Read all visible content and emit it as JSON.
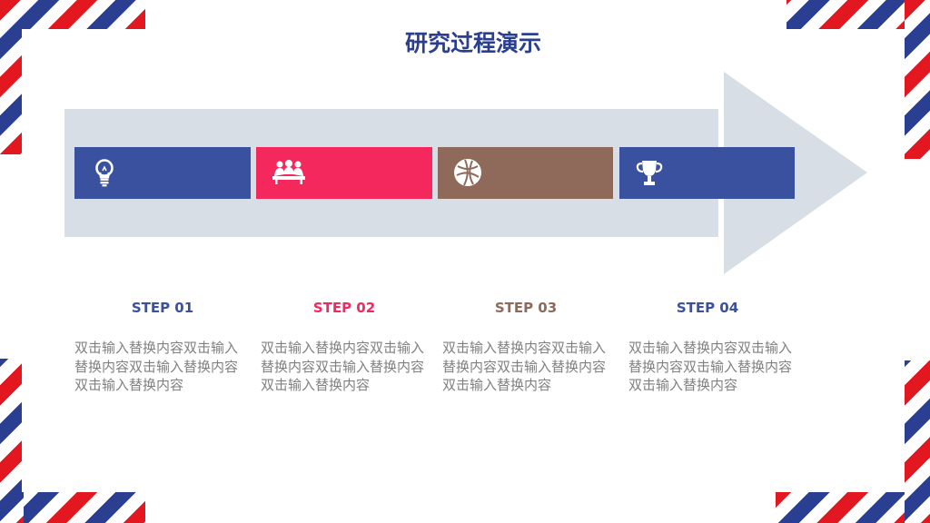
{
  "title": "研究过程演示",
  "colors": {
    "blue": "#3a51a0",
    "pink": "#f5285e",
    "brown": "#8f6a5a",
    "arrow": "#d7dee5",
    "stripe_red": "#e3171f",
    "stripe_blue": "#2a3f91"
  },
  "steps": [
    {
      "label": "STEP 01",
      "color": "#3a51a0",
      "icon": "lightbulb-icon",
      "text": "双击输入替换内容双击输入替换内容双击输入替换内容双击输入替换内容"
    },
    {
      "label": "STEP 02",
      "color": "#f5285e",
      "icon": "meeting-icon",
      "text": "双击输入替换内容双击输入替换内容双击输入替换内容双击输入替换内容"
    },
    {
      "label": "STEP 03",
      "color": "#8f6a5a",
      "icon": "basketball-icon",
      "text": "双击输入替换内容双击输入替换内容双击输入替换内容双击输入替换内容"
    },
    {
      "label": "STEP 04",
      "color": "#3a51a0",
      "icon": "trophy-icon",
      "text": "双击输入替换内容双击输入替换内容双击输入替换内容双击输入替换内容"
    }
  ]
}
